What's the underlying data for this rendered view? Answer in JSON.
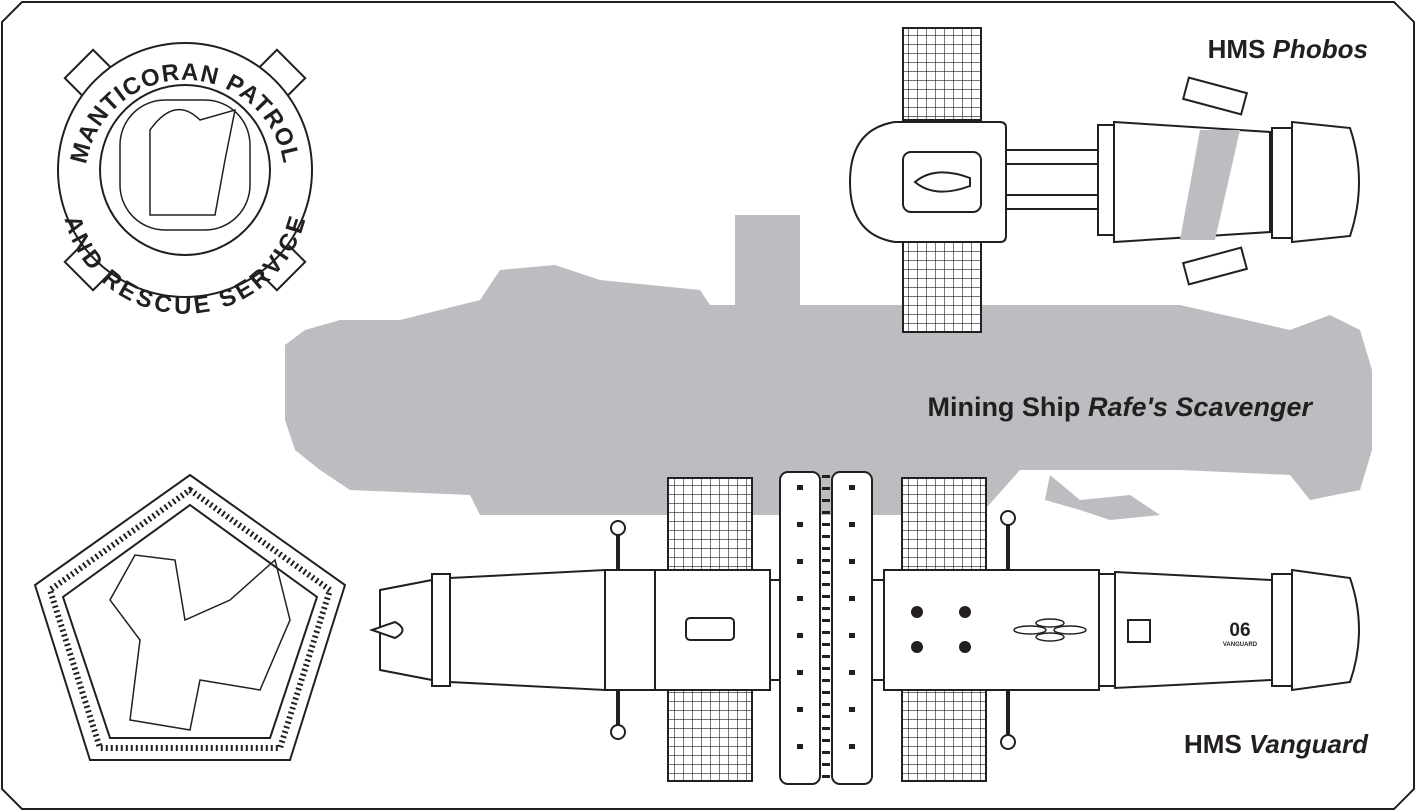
{
  "labels": {
    "phobos_prefix": "HMS",
    "phobos_name": "Phobos",
    "mining_prefix": "Mining Ship",
    "mining_name": "Rafe's Scavenger",
    "vanguard_prefix": "HMS",
    "vanguard_name": "Vanguard"
  },
  "emblem": {
    "top_text": "MANTICORAN PATROL",
    "bottom_text": "AND RESCUE SERVICE"
  },
  "vanguard_hull": {
    "number": "06",
    "name": "VANGUARD"
  },
  "colors": {
    "ink": "#231f20",
    "silhouette": "#bcbdc0",
    "background": "#ffffff"
  }
}
